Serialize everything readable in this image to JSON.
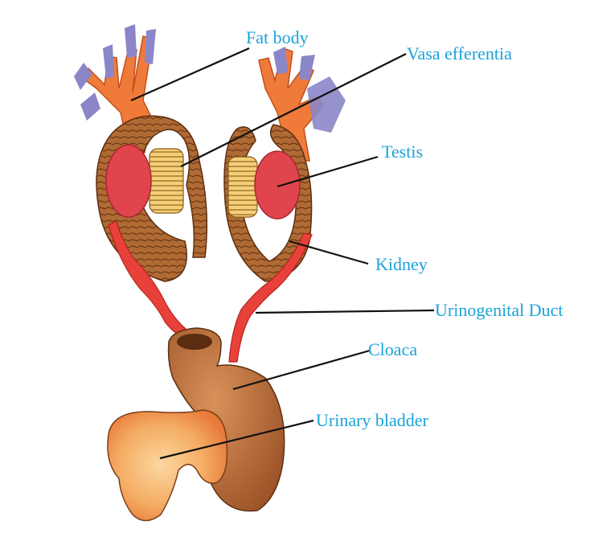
{
  "labels": {
    "fat_body": "Fat  body",
    "vasa_efferentia": "Vasa efferentia",
    "testis": "Testis",
    "kidney": "Kidney",
    "urinogenital_duct": "Urinogenital Duct",
    "cloaca": "Cloaca",
    "urinary_bladder": "Urinary bladder"
  },
  "colors": {
    "label": "#1aa3d9",
    "leader_line": "#111111",
    "fat_body": "#f07a3a",
    "fat_body_tips": "#8a86c8",
    "kidney": "#a8622e",
    "testis": "#e0454d",
    "vasa_efferentia": "#e8b04a",
    "duct": "#e8413a",
    "cloaca": "#b86a38",
    "bladder": "#f2a252"
  }
}
